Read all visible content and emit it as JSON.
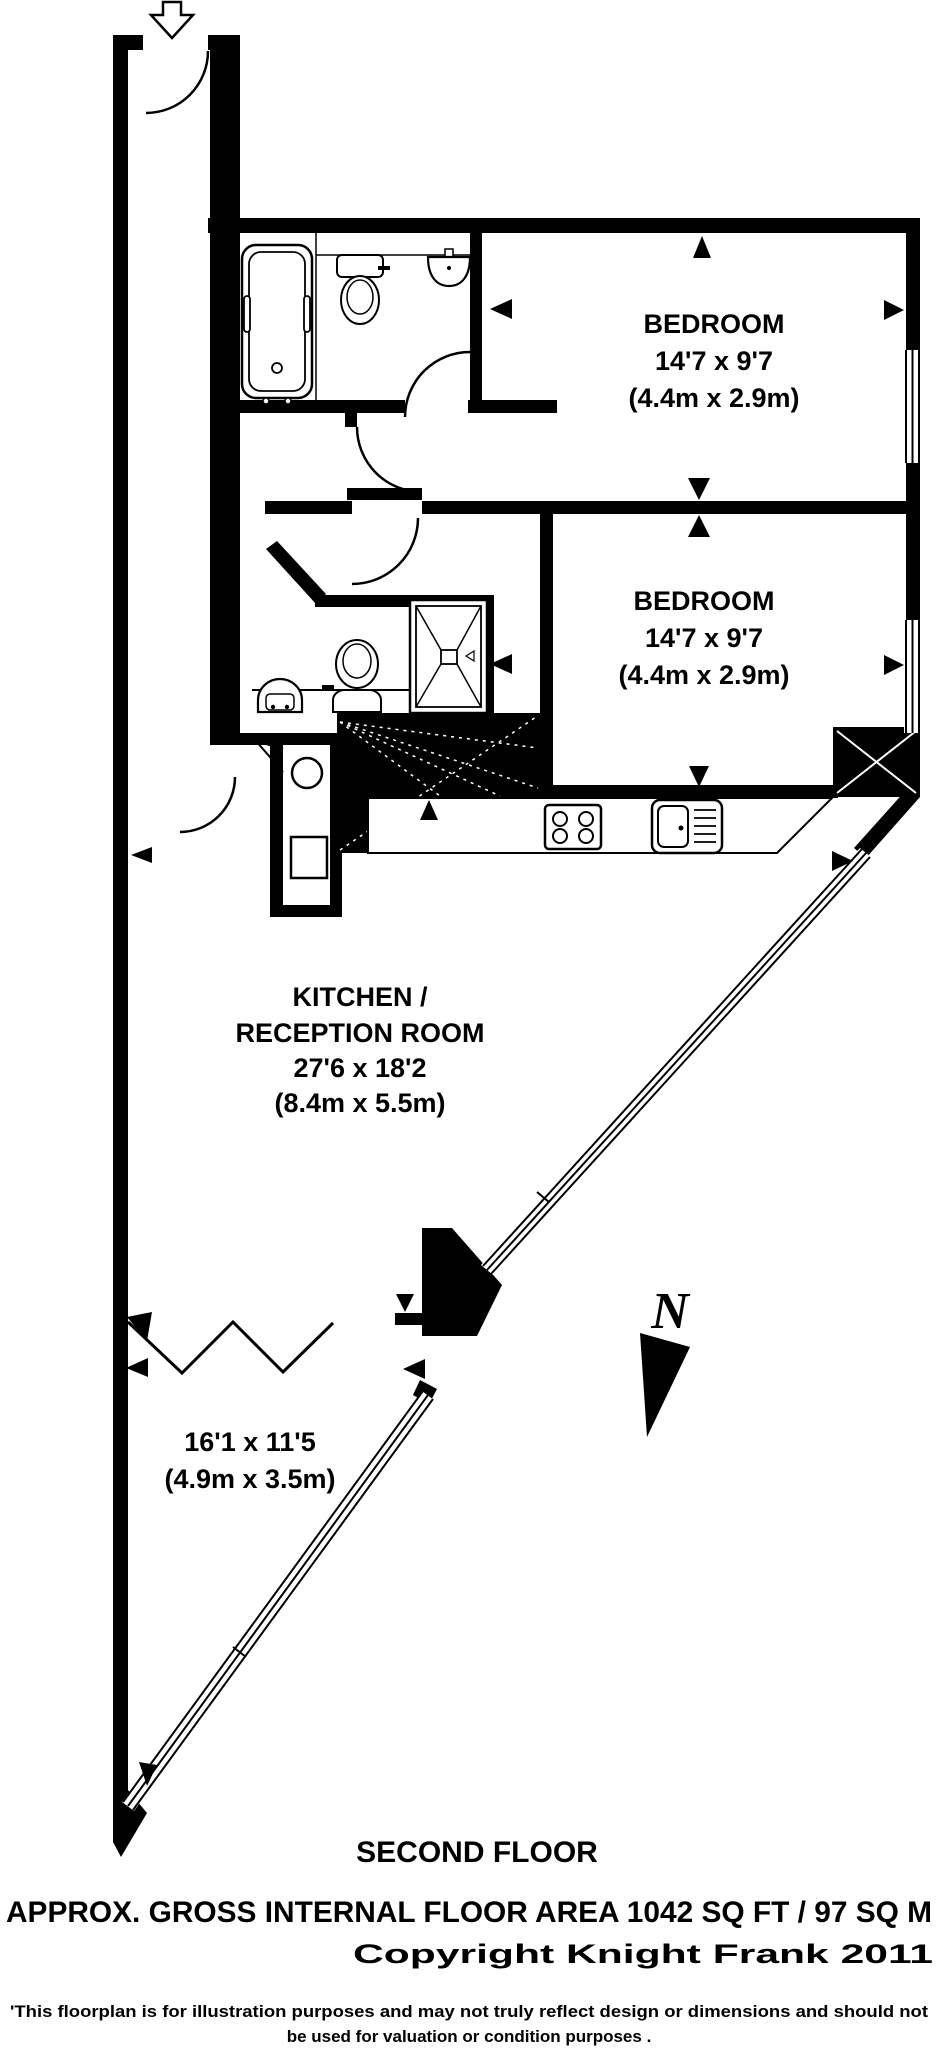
{
  "floorplan": {
    "rooms": {
      "bedroom1": {
        "name": "BEDROOM",
        "size_imperial": "14'7 x 9'7",
        "size_metric": "(4.4m x 2.9m)"
      },
      "bedroom2": {
        "name": "BEDROOM",
        "size_imperial": "14'7 x 9'7",
        "size_metric": "(4.4m x 2.9m)"
      },
      "kitchen_reception": {
        "name_line1": "KITCHEN /",
        "name_line2": "RECEPTION ROOM",
        "size_imperial": "27'6 x 18'2",
        "size_metric": "(8.4m x 5.5m)"
      },
      "room_16ft": {
        "size_imperial": "16'1 x 11'5",
        "size_metric": "(4.9m x 3.5m)"
      }
    },
    "north_label": "N",
    "floor_label": "SECOND FLOOR",
    "area_label": "APPROX. GROSS INTERNAL FLOOR AREA 1042 SQ FT / 97 SQ M",
    "copyright": "Copyright Knight Frank 2011",
    "disclaimer_line1": "'This floorplan is for illustration purposes and may not truly reflect design or dimensions and should not",
    "disclaimer_line2": "be used for valuation or condition purposes .",
    "colors": {
      "wall": "#000000",
      "background": "#ffffff"
    }
  }
}
